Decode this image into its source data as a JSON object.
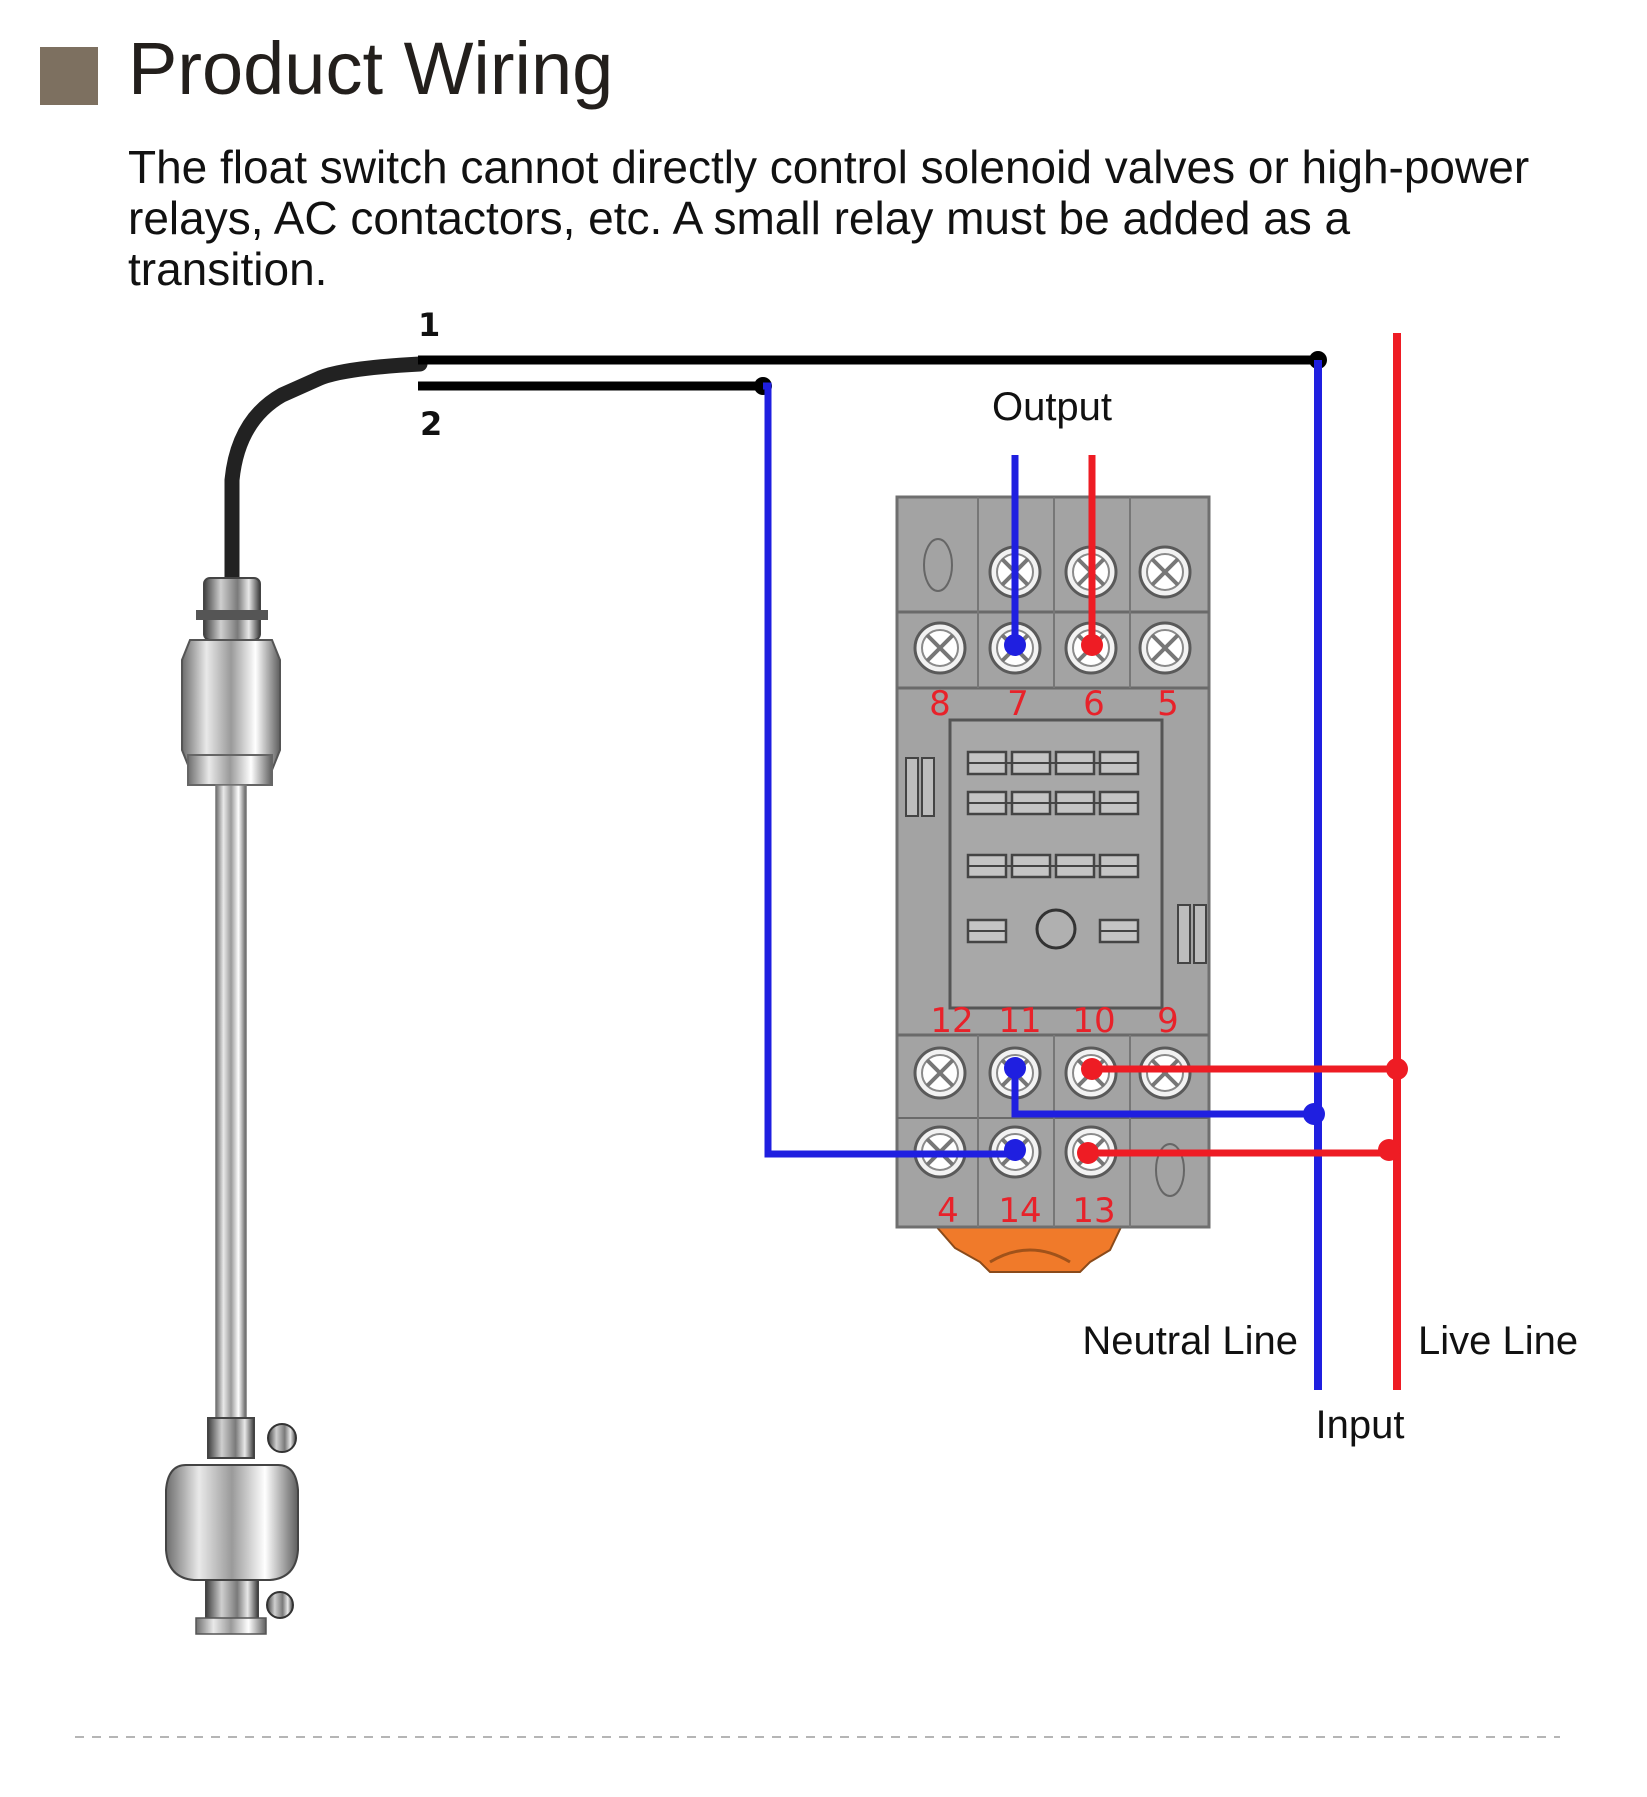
{
  "header": {
    "title": "Product Wiring",
    "description": "The float switch cannot directly control solenoid valves or high-power relays, AC contactors, etc. A small relay must be added as a transition."
  },
  "wires": {
    "wire1_label": "1",
    "wire2_label": "2"
  },
  "labels": {
    "output": "Output",
    "neutral": "Neutral Line",
    "live": "Live Line",
    "input": "Input"
  },
  "relay_base": {
    "top_terminals": [
      "8",
      "7",
      "6",
      "5"
    ],
    "bottom_upper_terminals": [
      "12",
      "11",
      "10",
      "9"
    ],
    "bottom_lower_terminals": [
      "4",
      "14",
      "13"
    ]
  },
  "colors": {
    "neutral_wire": "#1f1fe0",
    "live_wire": "#ee1c24",
    "signal_wire": "#000000",
    "terminal_number": "#e8222a",
    "relay_body": "#a3a3a3",
    "din_clip": "#f07a2a",
    "heading_accent": "#7d7060"
  }
}
